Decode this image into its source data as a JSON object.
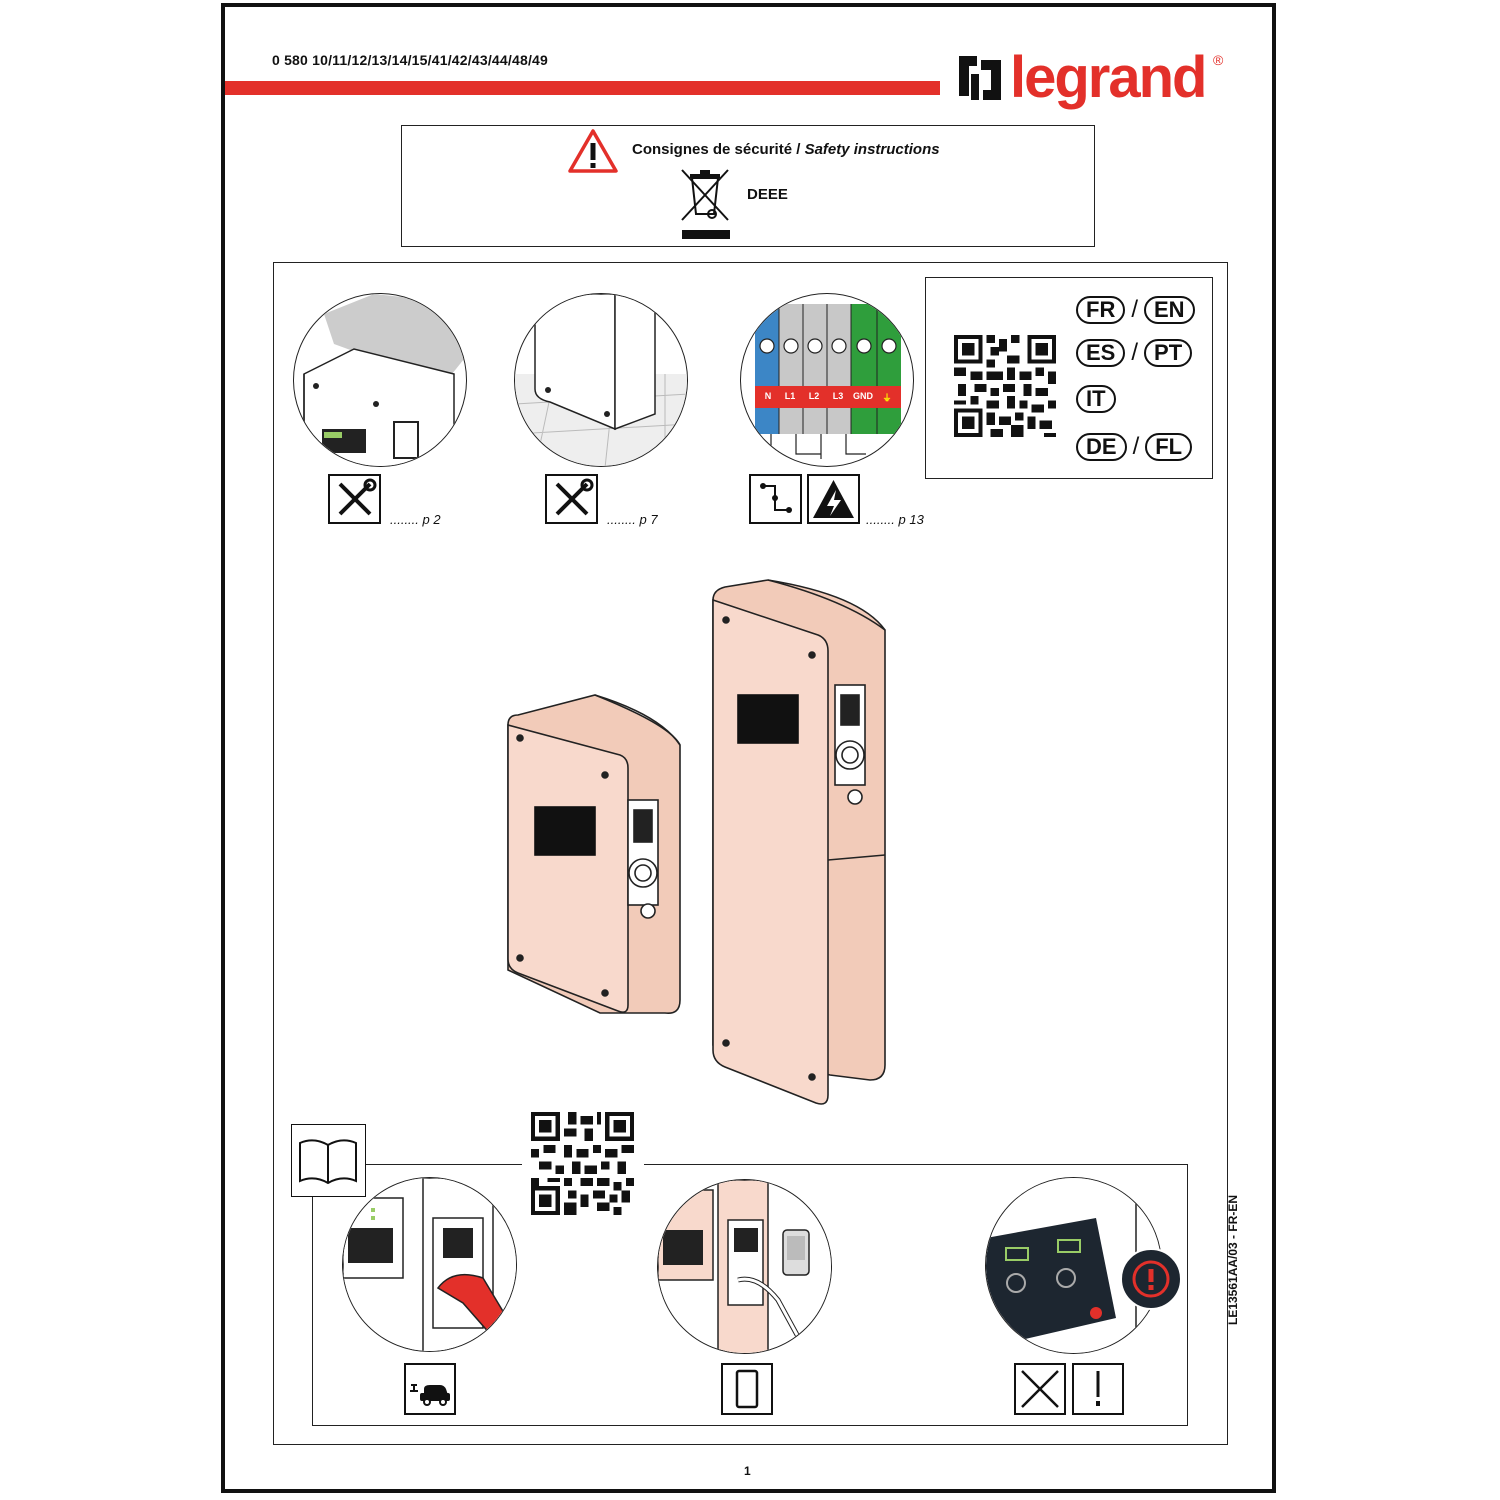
{
  "header": {
    "ref_code": "0 580 10/11/12/13/14/15/41/42/43/44/48/49",
    "brand": "legrand",
    "brand_mark": "®"
  },
  "safety": {
    "title_fr": "Consignes de sécurité / ",
    "title_en": "Safety instructions",
    "deee_label": "DEEE"
  },
  "languages": {
    "rows": [
      [
        "FR",
        "EN"
      ],
      [
        "ES",
        "PT"
      ],
      [
        "IT"
      ],
      [
        "DE",
        "FL"
      ]
    ]
  },
  "steps": {
    "step1_page": "........ p 2",
    "step2_page": "........ p 7",
    "step3_page": "........ p 13"
  },
  "terminals": [
    "N",
    "L1",
    "L2",
    "L3",
    "GND",
    "⏚"
  ],
  "terminal_colors": {
    "neutral": "#3c86c6",
    "phase": "#c8c8c8",
    "ground": "#2f9e3c",
    "label_band": "#e3302a"
  },
  "colors": {
    "brand_red": "#e3302a",
    "product_fill": "#f8d9cc"
  },
  "footer": {
    "side_code": "LE13561AA/03 - FR-EN",
    "page_number": "1"
  }
}
